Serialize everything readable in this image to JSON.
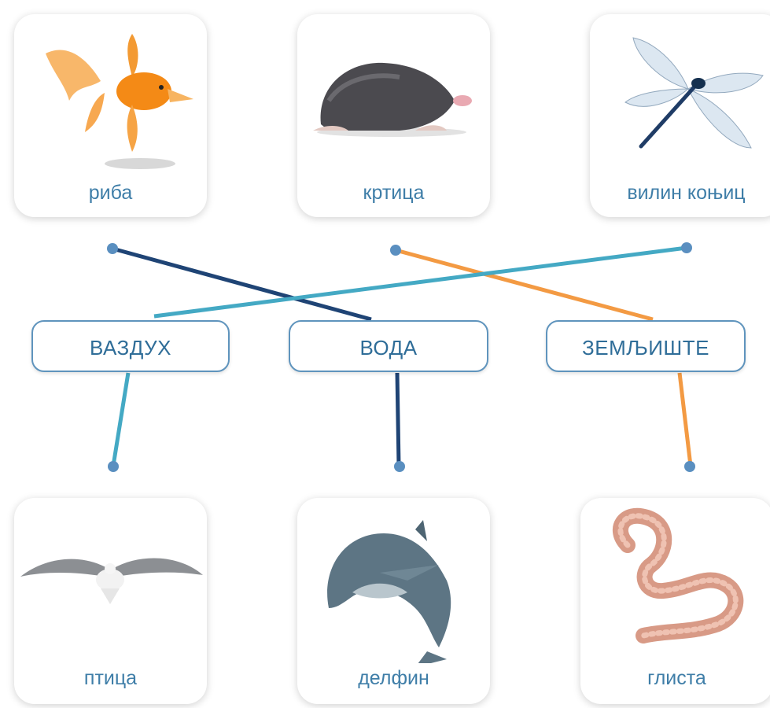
{
  "animals_top": [
    {
      "id": "fish",
      "label": "риба",
      "icon": "goldfish"
    },
    {
      "id": "mole",
      "label": "кртица",
      "icon": "mole"
    },
    {
      "id": "dragonfly",
      "label": "вилин коњиц",
      "icon": "dragonfly"
    }
  ],
  "categories": [
    {
      "id": "air",
      "label": "ВАЗДУХ"
    },
    {
      "id": "water",
      "label": "ВОДА"
    },
    {
      "id": "soil",
      "label": "ЗЕМЉИШТЕ"
    }
  ],
  "animals_bottom": [
    {
      "id": "bird",
      "label": "птица",
      "icon": "seagull"
    },
    {
      "id": "dolphin",
      "label": "делфин",
      "icon": "dolphin"
    },
    {
      "id": "worm",
      "label": "глиста",
      "icon": "earthworm"
    }
  ],
  "connections": [
    {
      "from": "fish",
      "to": "water"
    },
    {
      "from": "mole",
      "to": "soil"
    },
    {
      "from": "dragonfly",
      "to": "air"
    },
    {
      "from": "air",
      "to": "bird"
    },
    {
      "from": "water",
      "to": "dolphin"
    },
    {
      "from": "soil",
      "to": "worm"
    }
  ],
  "colors": {
    "air": "#44a9c4",
    "water": "#1f4475",
    "soil": "#f39a43",
    "dot": "#5a8fc0",
    "label": "#3f7ea8",
    "border": "#5f94bd"
  }
}
